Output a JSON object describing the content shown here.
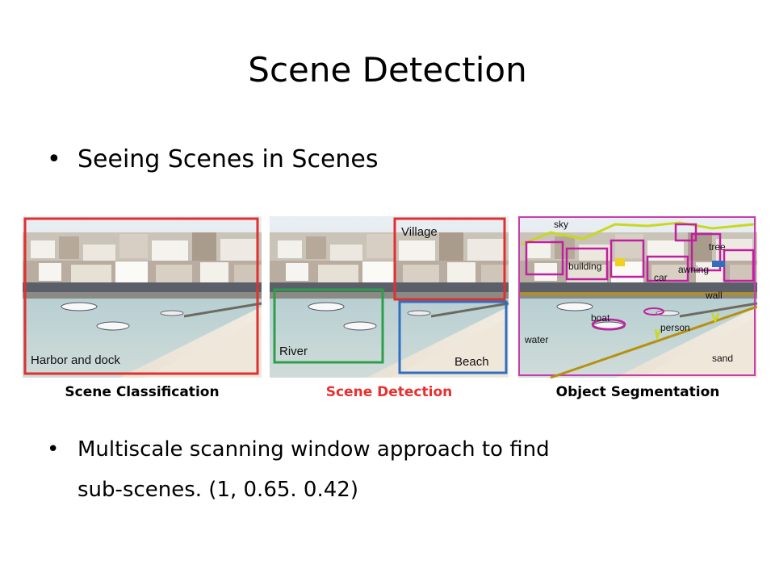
{
  "slide": {
    "title": "Scene Detection",
    "bullets": [
      {
        "text": "Seeing Scenes in Scenes"
      },
      {
        "line1": "Multiscale scanning window approach to find",
        "line2": "sub-scenes.  (1, 0.65. 0.42)"
      }
    ]
  },
  "figure": {
    "captions": {
      "classification": "Scene Classification",
      "detection": "Scene Detection",
      "segmentation": "Object Segmentation"
    },
    "classification_labels": {
      "harbor": "Harbor and dock"
    },
    "detection_labels": {
      "village": "Village",
      "river": "River",
      "beach": "Beach"
    },
    "segmentation_labels": {
      "sky": "sky",
      "tree": "tree",
      "building": "building",
      "awning": "awning",
      "car": "car",
      "wall": "wall",
      "boat": "boat",
      "person": "person",
      "water": "water",
      "sand": "sand"
    },
    "colors": {
      "classification_box": "#e03030",
      "village_box": "#e03030",
      "river_box": "#2e9e4a",
      "beach_box": "#2f6fc0",
      "detection_caption": "#e83030",
      "seg_building": "#c020a0",
      "seg_sky": "#c8d820",
      "seg_wall": "#b89010"
    }
  }
}
